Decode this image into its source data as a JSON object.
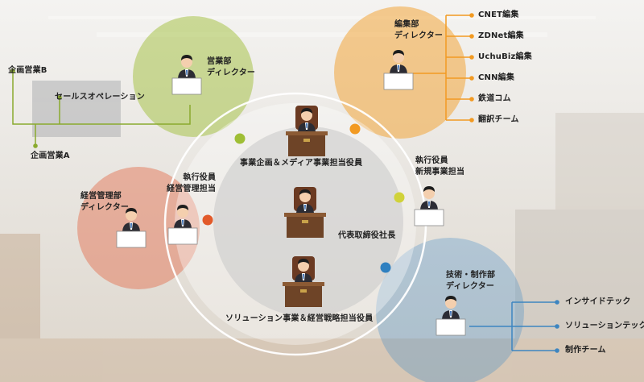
{
  "colors": {
    "sales": "#a7c34a",
    "editorial": "#f2a53b",
    "management": "#e26a4a",
    "tech": "#3a88c8",
    "center": "#c9c9c9",
    "line_sales": "#8aaa2e",
    "line_editorial": "#f29a22",
    "line_tech": "#3d85c0",
    "dot_sales": "#9fbe35",
    "dot_editorial": "#f29a22",
    "dot_management": "#e25a2a",
    "dot_tech": "#2f80c0",
    "dot_yellow": "#d0d23a"
  },
  "departments": {
    "sales": {
      "title": "営業部\nディレクター",
      "branches": [
        "企画営業B",
        "セールスオペレーション",
        "企画営業A"
      ]
    },
    "editorial": {
      "title": "編集部\nディレクター",
      "branches": [
        "CNET編集",
        "ZDNet編集",
        "UchuBiz編集",
        "CNN編集",
        "鉄道コム",
        "翻訳チーム"
      ]
    },
    "management": {
      "title": "経営管理部\nディレクター"
    },
    "tech": {
      "title": "技術・制作部\nディレクター",
      "branches": [
        "インサイドテック",
        "ソリューションテック",
        "制作チーム"
      ]
    }
  },
  "executives": {
    "media": "事業企画＆メディア事業担当役員",
    "ceo": "代表取締役社長",
    "admin": "執行役員\n経営管理担当",
    "newbiz": "執行役員\n新規事業担当",
    "solution": "ソリューション事業＆経営戦略担当役員"
  },
  "icons": [
    "person-at-desk-icon",
    "executive-desk-icon"
  ]
}
